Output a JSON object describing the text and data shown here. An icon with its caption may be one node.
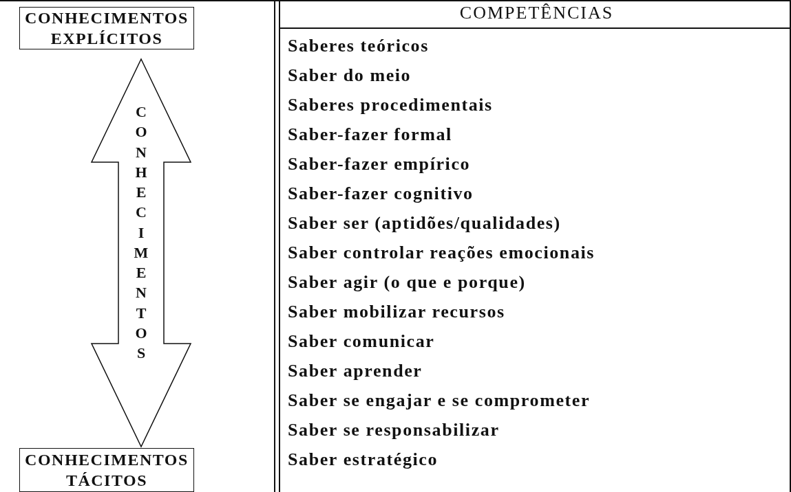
{
  "diagram": {
    "nodes": [
      {
        "text": [
          "CONHECIMENTOS EXPLÍCITOS"
        ]
      },
      {
        "text": [
          "CONHECIMENTOS TÁCITOS"
        ]
      }
    ],
    "edges": [
      {
        "from": 0,
        "to": 1,
        "arrow": "both",
        "label": "CONHECIMENTOS"
      }
    ],
    "labels": [
      "COMPETÊNCIAS",
      "Saberes teóricos",
      "Saber do meio",
      "Saberes procedimentais",
      "Saber-fazer formal",
      "Saber-fazer empírico",
      "Saber-fazer cognitivo",
      "Saber ser (aptidões/qualidades)",
      "Saber controlar reações emocionais",
      "Saber agir (o que e porque)",
      "Saber mobilizar recursos",
      "Saber comunicar",
      "Saber aprender",
      "Saber se engajar e se comprometer",
      "Saber se responsabilizar",
      "Saber estratégico"
    ]
  }
}
